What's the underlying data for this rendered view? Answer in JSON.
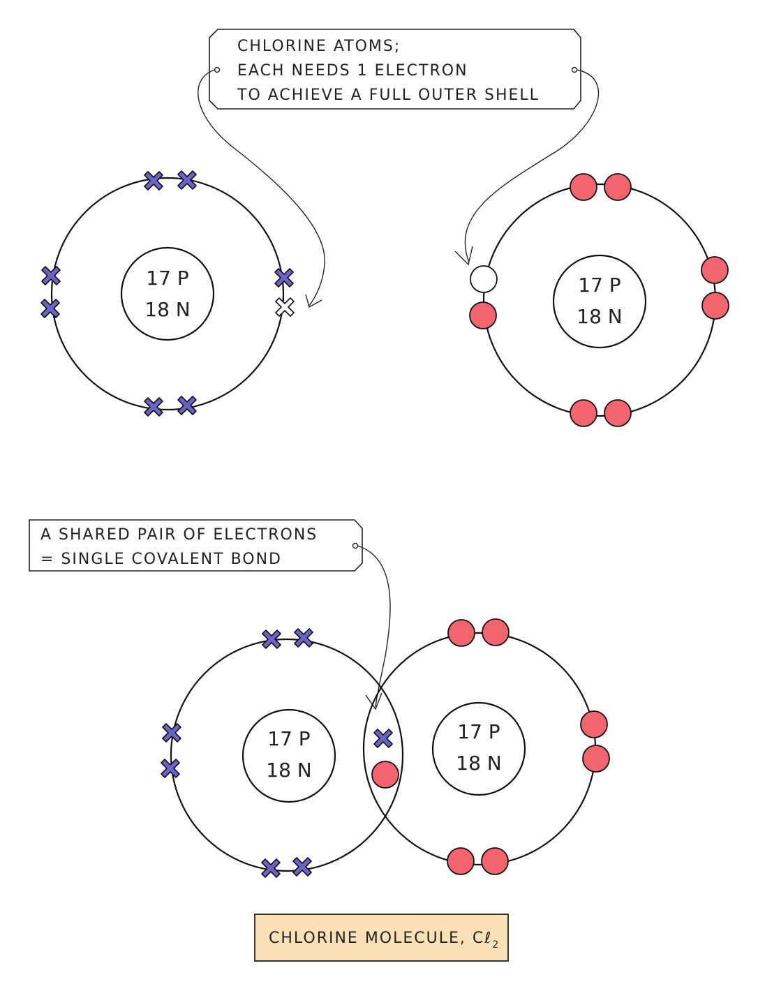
{
  "colors": {
    "cross_electron": "#6a64c8",
    "dot_electron": "#f2656f",
    "outline": "#111111",
    "caption_fill": "#fbe1b5"
  },
  "labels": {
    "atoms_note": {
      "line1": "CHLORINE ATOMS;",
      "line2": "EACH NEEDS 1 ELECTRON",
      "line3": "TO ACHIEVE A FULL OUTER SHELL"
    },
    "bond_note": {
      "line1": "A SHARED PAIR OF ELECTRONS",
      "line2": "= SINGLE COVALENT BOND"
    },
    "caption": {
      "text": "CHLORINE MOLECULE, Cℓ",
      "subscript": "2"
    }
  },
  "atoms": [
    {
      "id": "atom-left-top",
      "protons": "17 P",
      "neutrons": "18 N",
      "electron_symbol": "cross",
      "outer_electrons": 7,
      "missing_electron_shown": true
    },
    {
      "id": "atom-right-top",
      "protons": "17 P",
      "neutrons": "18 N",
      "electron_symbol": "dot",
      "outer_electrons": 7,
      "missing_electron_shown": true
    },
    {
      "id": "atom-left-bottom",
      "protons": "17 P",
      "neutrons": "18 N",
      "electron_symbol": "cross",
      "outer_electrons": 7
    },
    {
      "id": "atom-right-bottom",
      "protons": "17 P",
      "neutrons": "18 N",
      "electron_symbol": "dot",
      "outer_electrons": 7
    }
  ]
}
